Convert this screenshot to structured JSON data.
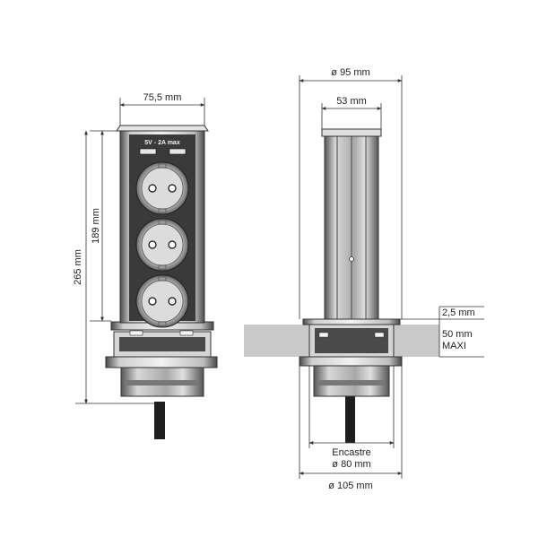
{
  "front_view": {
    "width_label": "75,5 mm",
    "socket_height_label": "189 mm",
    "total_height_label": "265 mm",
    "usb_label": "5V - 2A max",
    "socket_count": 3
  },
  "side_view": {
    "diameter_top_label": "ø 95 mm",
    "column_width_label": "53 mm",
    "flange_label": "2,5 mm",
    "worktop_label_1": "50 mm",
    "worktop_label_2": "MAXI",
    "cutout_label": "Encastre",
    "cutout_diameter_label": "ø 80 mm",
    "base_diameter_label": "ø 105 mm"
  },
  "colors": {
    "body_dark": "#3a3a3a",
    "body_mid": "#8c8c8c",
    "body_light": "#d9d9d9",
    "worktop": "#c9c9c9",
    "line": "#333333"
  }
}
